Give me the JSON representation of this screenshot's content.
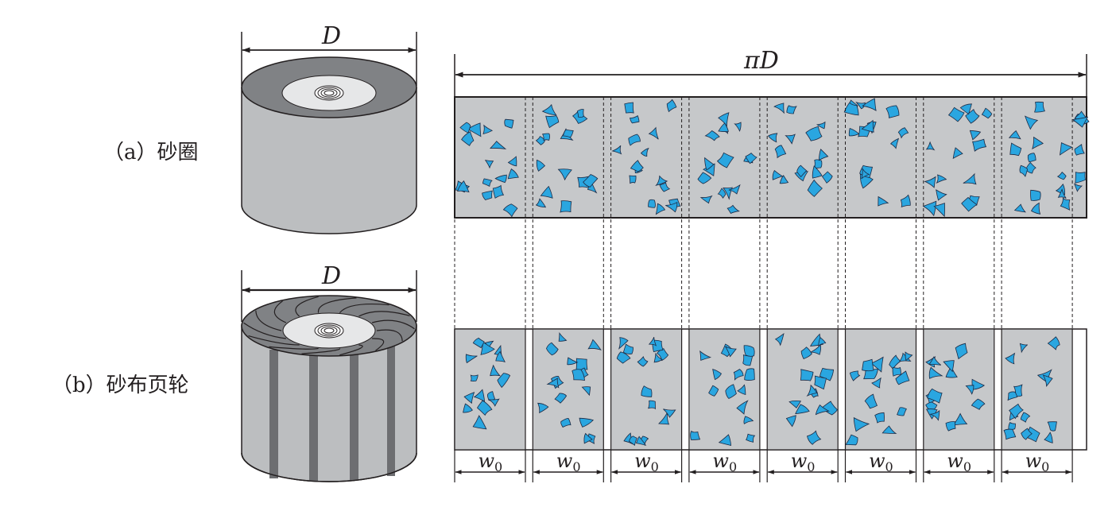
{
  "figure": {
    "row_a": {
      "label": "（a）砂圈",
      "dim_label": "D"
    },
    "row_b": {
      "label": "（b）砂布页轮",
      "dim_label": "D"
    },
    "top_dim_label": "πD",
    "strip_width_label": "w",
    "strip_width_subscript": "0",
    "strip_count": 8
  },
  "colors": {
    "band_gray": "#c6c8ca",
    "grain_blue": "#2aa6e0",
    "grain_stroke": "#1d2a44",
    "outline": "#231f20",
    "cylinder_side": "#bcbec0",
    "cylinder_top": "#808285",
    "hub": "#e6e7e8"
  }
}
